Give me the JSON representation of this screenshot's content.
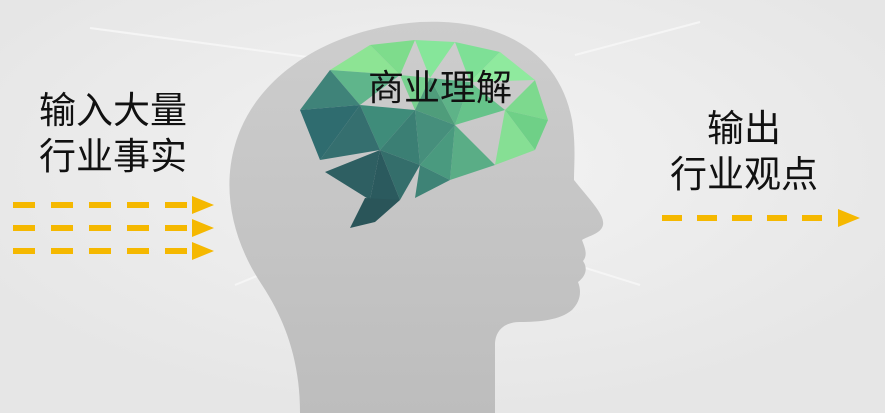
{
  "diagram": {
    "input_text": {
      "line1": "输入大量",
      "line2": "行业事实"
    },
    "brain_text": "商业理解",
    "output_text": {
      "line1": "输出",
      "line2": "行业观点"
    },
    "colors": {
      "background": "#ebebeb",
      "head": "#c4c4c4",
      "arrow": "#f5b800",
      "brain_light": "#7fe08f",
      "brain_mid": "#4fa37a",
      "brain_dark": "#2e6a6e"
    }
  }
}
